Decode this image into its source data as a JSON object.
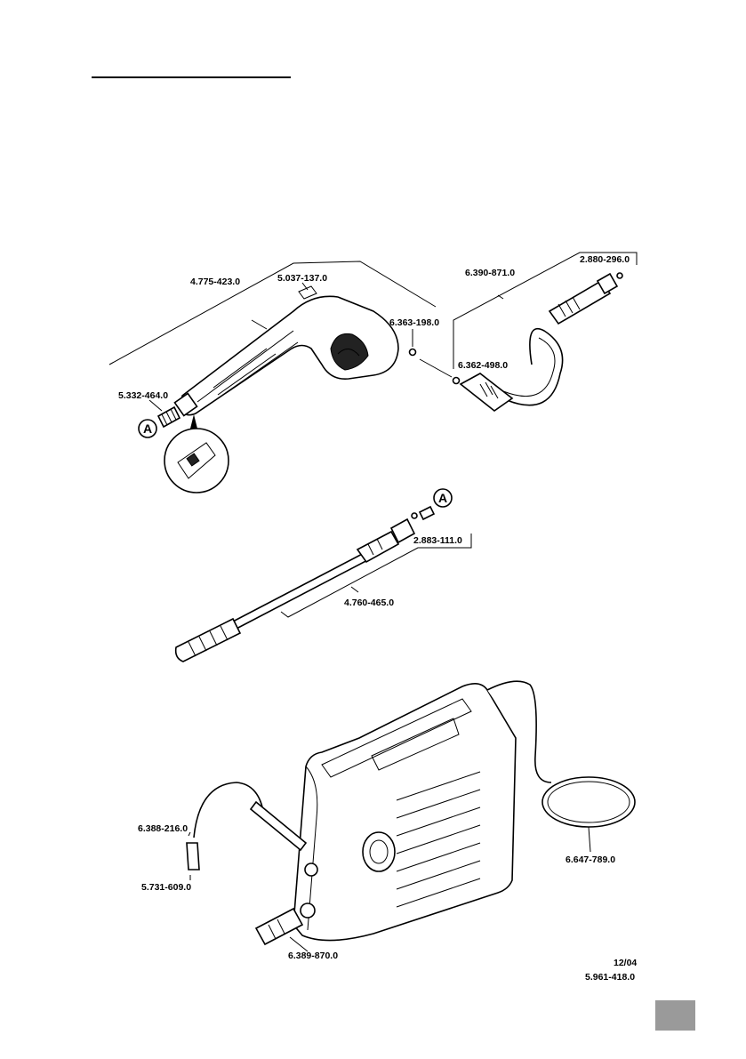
{
  "labels": {
    "gun": "4.775-423.0",
    "clip": "5.037-137.0",
    "oring_gun": "6.363-198.0",
    "hose": "6.390-871.0",
    "hose_nut": "2.880-296.0",
    "oring_hose": "6.362-498.0",
    "filter": "5.332-464.0",
    "lance_oring": "2.883-111.0",
    "lance": "4.760-465.0",
    "suction_hose": "6.388-216.0",
    "valve": "5.731-609.0",
    "power_cord": "6.647-789.0",
    "coupling": "6.389-870.0"
  },
  "markers": {
    "detail_a": "A"
  },
  "footer": {
    "date": "12/04",
    "doc_number": "5.961-418.0"
  },
  "colors": {
    "line": "#000000",
    "page_tab": "#9a9a9a"
  }
}
